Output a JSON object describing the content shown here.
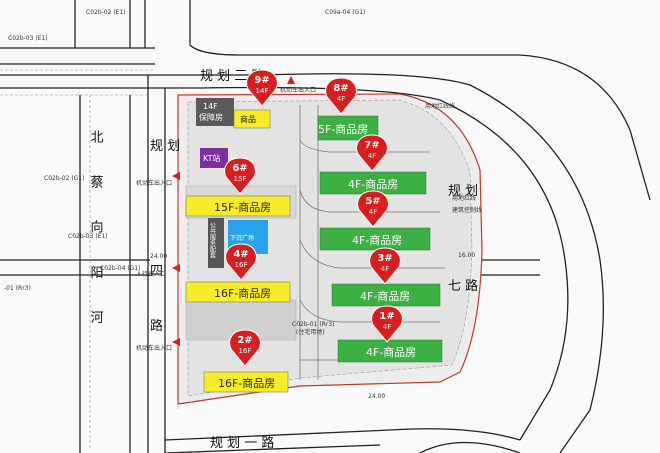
{
  "roads": {
    "north": "规  划  三  路",
    "south": "规  划  一  路",
    "west_upper": "规  划",
    "west_mid": "四",
    "west_lower": "路",
    "east_upper": "规  划",
    "east_lower": "七  路",
    "river": "北  蔡  向  阳  河"
  },
  "parcel_codes": {
    "top_left_1": "C02b-02 (E1)",
    "top_left_2": "C02b-03 (E1)",
    "top_right": "C09a-04 (G1)",
    "left_1": "C02b-02 (G1)",
    "left_2": "C02b-03 (E1)",
    "left_3": "C02b-04 (G1)",
    "left_4": "-01 (Rr3)",
    "site": "C02b-01 (Rr3)",
    "site_sub": "(住宅用地)"
  },
  "dimensions": {
    "d1": "24.00",
    "d2": "16.00",
    "d3": "24.00"
  },
  "annotations": {
    "red_line": "用地红线线",
    "setback": "用地红线",
    "building_line": "建筑控制线",
    "entrance_top": "机动车出入口",
    "entrance_w1": "机动车出入口",
    "entrance_w2": "人行出入口",
    "entrance_w3": "机动车出入口"
  },
  "facilities": {
    "protected_housing": "14F\n保障房",
    "shop": "商品",
    "kt": "KT站",
    "public_service": "公共服务配套",
    "sunken_plaza": "下沉广场"
  },
  "buildings": [
    {
      "id": "9#",
      "floors": "14F",
      "label": "",
      "color": "yellow"
    },
    {
      "id": "8#",
      "floors": "4F",
      "label": "5F-商品房",
      "color": "green"
    },
    {
      "id": "7#",
      "floors": "4F",
      "label": "4F-商品房",
      "color": "green"
    },
    {
      "id": "6#",
      "floors": "15F",
      "label": "15F-商品房",
      "color": "yellow"
    },
    {
      "id": "5#",
      "floors": "4F",
      "label": "4F-商品房",
      "color": "green"
    },
    {
      "id": "4#",
      "floors": "16F",
      "label": "16F-商品房",
      "color": "yellow"
    },
    {
      "id": "3#",
      "floors": "4F",
      "label": "4F-商品房",
      "color": "green"
    },
    {
      "id": "2#",
      "floors": "16F",
      "label": "16F-商品房",
      "color": "yellow"
    },
    {
      "id": "1#",
      "floors": "4F",
      "label": "4F-商品房",
      "color": "green"
    }
  ],
  "colors": {
    "marker_red": "#d81e1e",
    "high_rise_yellow": "#f6ec2a",
    "low_rise_green": "#3cb043",
    "protected_dark": "#5a5a5a",
    "sunken_blue": "#29a3ea",
    "kt_purple": "#7d2fa0"
  }
}
